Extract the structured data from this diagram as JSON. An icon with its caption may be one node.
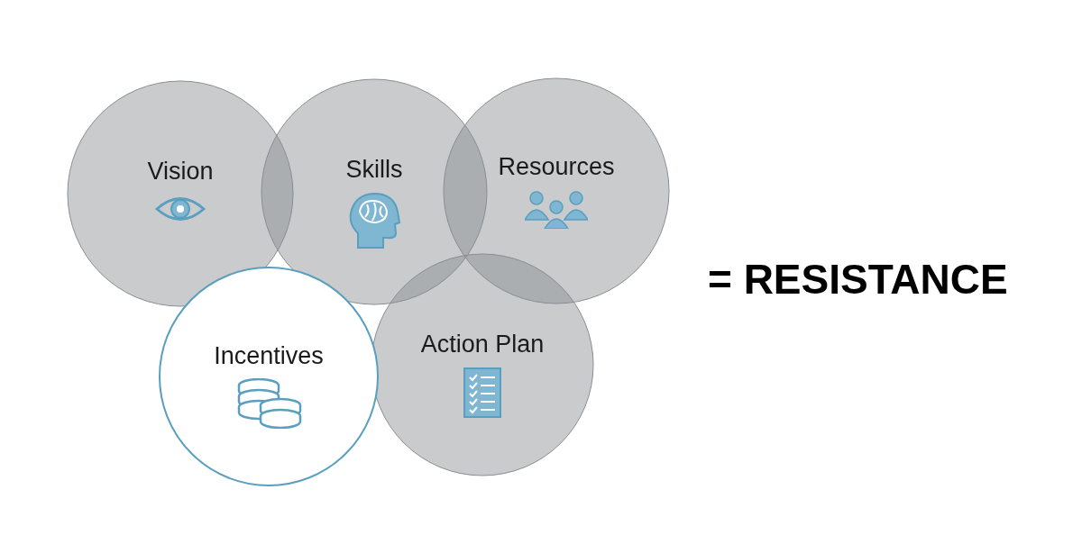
{
  "diagram": {
    "nodes": [
      {
        "text": [
          "Vision"
        ]
      },
      {
        "text": [
          "Skills"
        ]
      },
      {
        "text": [
          "Resources"
        ]
      },
      {
        "text": [
          "Action Plan"
        ]
      },
      {
        "text": [
          "Incentives"
        ]
      }
    ],
    "edges": [],
    "labels": [
      "= RESISTANCE"
    ]
  }
}
